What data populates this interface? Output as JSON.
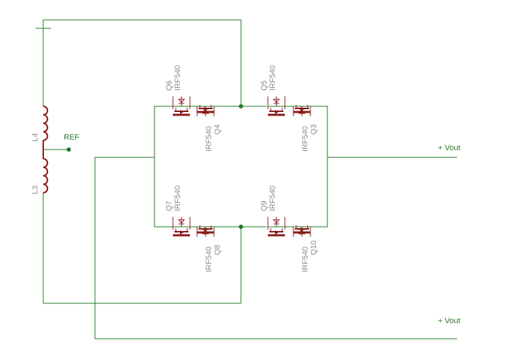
{
  "colors": {
    "wire": "#1f7a1f",
    "part": "#8b1a1a",
    "label": "#8c8c8c",
    "netlabel": "#2a7a2a",
    "background": "#ffffff"
  },
  "schematic": {
    "inductors": [
      {
        "name": "L4"
      },
      {
        "name": "L3"
      }
    ],
    "ref_label": "REF",
    "vout_labels": [
      "+ Vout",
      "+ Vout"
    ],
    "transistors": [
      {
        "name": "Q6",
        "value": "IRF540"
      },
      {
        "name": "Q4",
        "value": "IRF540"
      },
      {
        "name": "Q5",
        "value": "IRF540"
      },
      {
        "name": "Q3",
        "value": "IRF540"
      },
      {
        "name": "Q7",
        "value": "IRF540"
      },
      {
        "name": "Q8",
        "value": "IRF540"
      },
      {
        "name": "Q9",
        "value": "IRF540"
      },
      {
        "name": "Q10",
        "value": "IRF540"
      }
    ]
  }
}
